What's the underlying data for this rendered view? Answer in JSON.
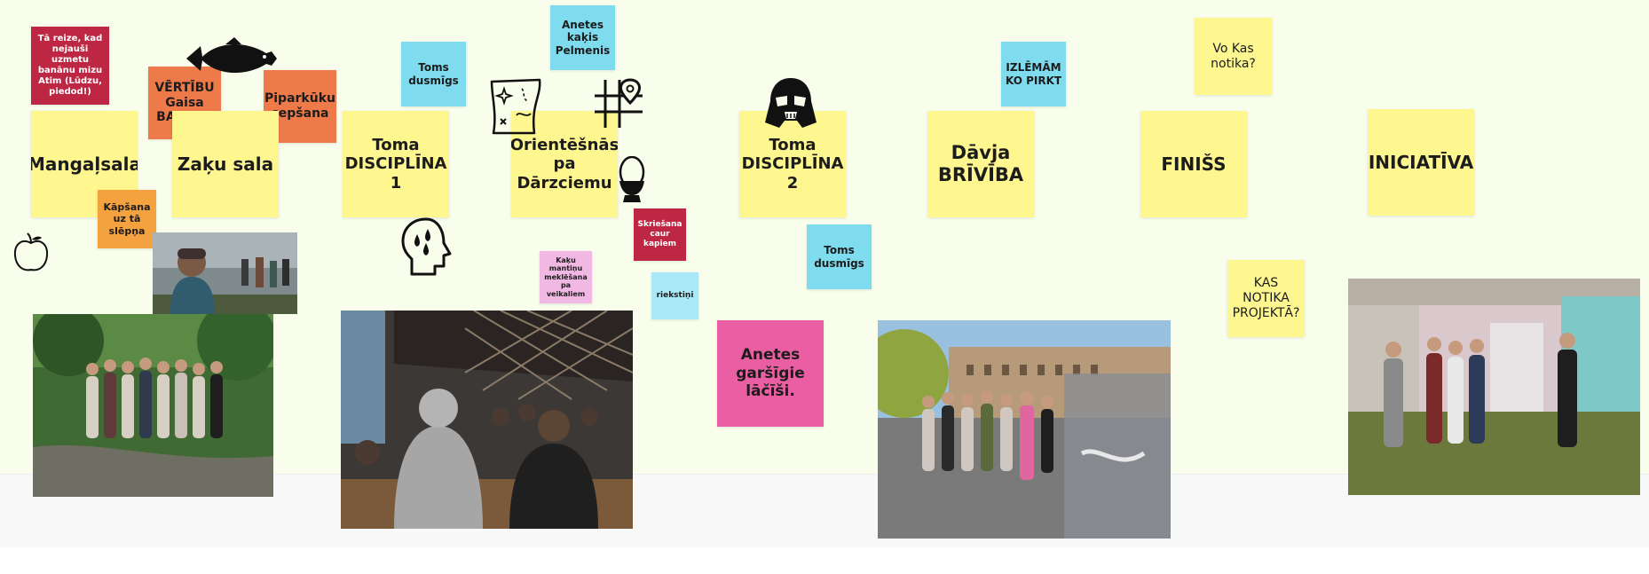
{
  "board": {
    "notes": {
      "tr_reize": "Tā reize, kad nejauši uzmetu banānu mizu Atim (Lūdzu, piedod!)",
      "vertibu": "VĒRTĪBU Gaisa BALONS",
      "piparkuku": "Piparkūku cepšana",
      "mangalsala": "Mangaļsala",
      "zaku_sala": "Zaķu sala",
      "kapsana": "Kāpšana uz tā slēpņa",
      "toms_dusmigs_1": "Toms dusmīgs",
      "toma_disciplina_1": "Toma DISCIPLĪNA 1",
      "anetes_kakis": "Anetes kaķis Pelmenis",
      "orientesanas": "Orientēšnās pa Dārzciemu",
      "skriesana": "Skriešana caur kapiem",
      "kaku_mantinu": "Kaķu mantiņu meklēšana pa veikaliem",
      "riekstini": "riekstiņi",
      "toma_disciplina_2": "Toma DISCIPLĪNA 2",
      "toms_dusmigs_2": "Toms dusmīgs",
      "anetes_garsigie": "Anetes garšīgie lāčīši.",
      "davja_briviba": "Dāvja BRĪVĪBA",
      "izlemam": "IZLĒMĀM KO PIRKT",
      "vo_kas": "Vo Kas notika?",
      "finiss": "FINIŠS",
      "kas_notika": "KAS NOTIKA PROJEKTĀ?",
      "iniciativa": "INICIATĪVA"
    },
    "icons": [
      "fish-icon",
      "apple-icon",
      "thinking-head-icon",
      "treasure-map-icon",
      "map-grid-pin-icon",
      "egg-in-cup-icon",
      "darth-vader-icon"
    ],
    "photos": [
      "group-photo-park",
      "portrait-photo-beach",
      "group-photo-climbing-gym",
      "group-photo-bridge",
      "group-photo-doorway"
    ],
    "colors": {
      "yellow": "#fef68f",
      "cyan": "#7fdcef",
      "orange": "#ee7a4a",
      "crimson": "#be2744",
      "magenta": "#ea5fa3",
      "pink_light": "#f2b8e4",
      "amber": "#f4a23f",
      "board_bg": "#f8fdec"
    }
  }
}
